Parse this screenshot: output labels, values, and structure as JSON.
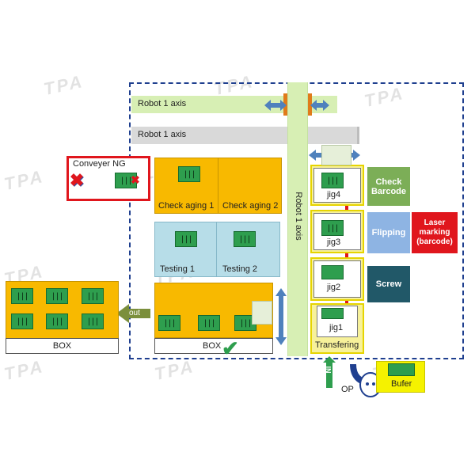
{
  "watermark": "TPA",
  "colors": {
    "robot_axis_green": "#d7efb4",
    "robot_axis_gray": "#d9d9d9",
    "orange": "#f8b900",
    "testing_blue": "#b7dde8",
    "chip_green": "#2e9e4e",
    "station_yellow": "#f7f19a",
    "check_barcode": "#7cae57",
    "flipping": "#8eb4e3",
    "screw": "#215868",
    "laser": "#e0161d",
    "arrow_blue": "#4f81bd",
    "arrow_red": "#e0161d",
    "ng_border": "#e0161d",
    "dash_border": "#1f3f8f"
  },
  "diagram": {
    "robot_axis_top": "Robot 1 axis",
    "robot_axis_mid": "Robot 1 axis",
    "robot_axis_vertical": "Robot 1 axis",
    "conveyer_ng": "Conveyer NG",
    "check_aging_1": "Check aging 1",
    "check_aging_2": "Check aging 2",
    "testing_1": "Testing 1",
    "testing_2": "Testing 2",
    "box_left": "BOX",
    "box_right": "BOX",
    "out": "out",
    "jig4": "jig4",
    "jig3": "jig3",
    "jig2": "jig2",
    "jig1": "jig1",
    "transfering": "Transfering",
    "check_barcode": "Check Barcode",
    "flipping": "Flipping",
    "screw": "Screw",
    "laser_marking": "Laser marking (barcode)",
    "in": "IN",
    "op": "OP",
    "bufer": "Bufer",
    "chip_bars": "|||"
  }
}
